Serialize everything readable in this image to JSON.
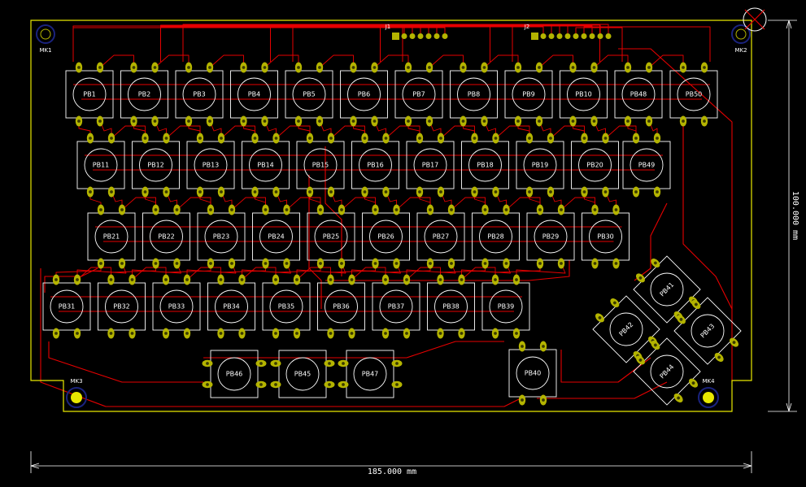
{
  "colors": {
    "background": "#000000",
    "board_outline": "#e8e800",
    "trace": "#e60000",
    "pad": "#b4b400",
    "silkscreen": "#ffffff",
    "hole_ring": "#1a237e",
    "dimension": "#ffffff"
  },
  "connectors": {
    "j1": "J1",
    "j2": "J2"
  },
  "mount_holes": {
    "mk1": "MK1",
    "mk2": "MK2",
    "mk3": "MK3",
    "mk4": "MK4"
  },
  "dimensions": {
    "width": "185.000 mm",
    "height": "100.000 mm"
  },
  "switches": [
    [
      "PB1",
      "PB2",
      "PB3",
      "PB4",
      "PB5",
      "PB6",
      "PB7",
      "PB8",
      "PB9",
      "PB10",
      "PB48",
      "PB50"
    ],
    [
      "PB11",
      "PB12",
      "PB13",
      "PB14",
      "PB15",
      "PB16",
      "PB17",
      "PB18",
      "PB19",
      "PB20",
      "PB49"
    ],
    [
      "PB21",
      "PB22",
      "PB23",
      "PB24",
      "PB25",
      "PB26",
      "PB27",
      "PB28",
      "PB29",
      "PB30"
    ],
    [
      "PB31",
      "PB32",
      "PB33",
      "PB34",
      "PB35",
      "PB36",
      "PB37",
      "PB38",
      "PB39"
    ]
  ],
  "bottom_switches": [
    "PB46",
    "PB45",
    "PB47",
    "PB40"
  ],
  "diagonal_switches": [
    "PB41",
    "PB42",
    "PB43",
    "PB44"
  ]
}
